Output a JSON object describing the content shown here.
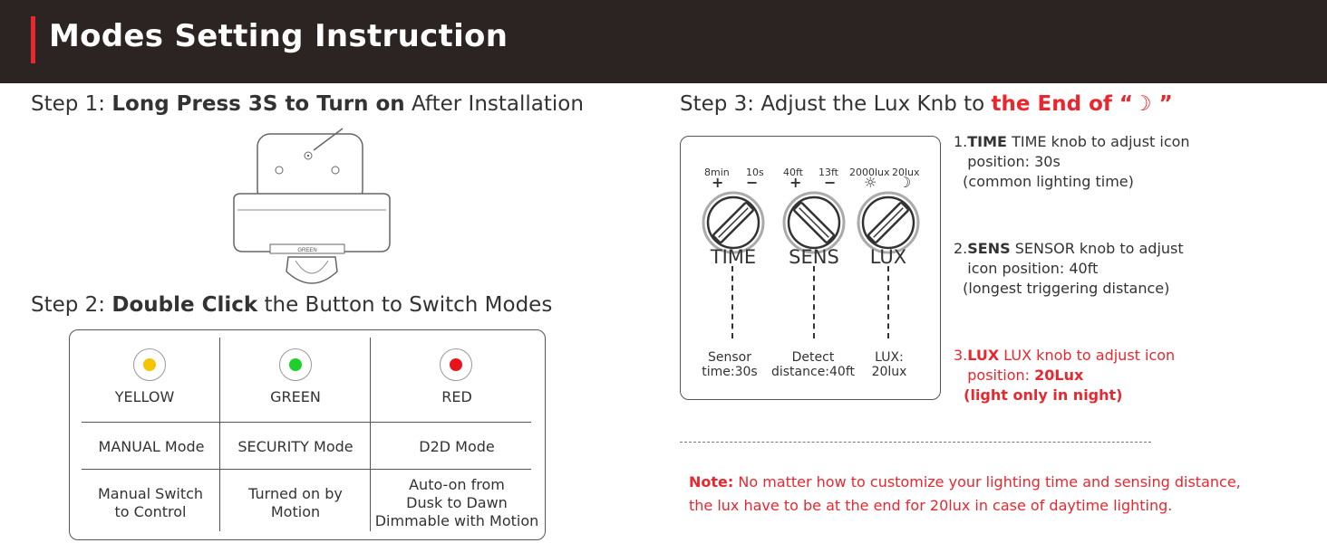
{
  "header": {
    "title": "Modes Setting Instruction"
  },
  "step1": {
    "prefix": "Step 1: ",
    "bold": "Long Press 3S to Turn on",
    "suffix": " After Installation"
  },
  "device": {
    "brand": "GREEN"
  },
  "step2": {
    "prefix": "Step 2: ",
    "bold": "Double Click",
    "suffix": " the Button to Switch Modes"
  },
  "modes": [
    {
      "color_name": "YELLOW",
      "color": "#f5c400",
      "mode": "MANUAL Mode",
      "desc_lines": [
        "Manual Switch",
        "to Control"
      ]
    },
    {
      "color_name": "GREEN",
      "color": "#1fcf2a",
      "mode": "SECURITY Mode",
      "desc_lines": [
        "Turned on by",
        "Motion"
      ]
    },
    {
      "color_name": "RED",
      "color": "#e8141b",
      "mode": "D2D Mode",
      "desc_lines": [
        "Auto-on from",
        "Dusk to Dawn",
        "Dimmable with Motion"
      ]
    }
  ],
  "step3": {
    "prefix": "Step 3: Adjust the Lux Knb to ",
    "red": "the End of “",
    "moon": "☽",
    "red_end": " ”"
  },
  "panel": {
    "knobs": [
      {
        "label": "TIME",
        "left_tick": "8min",
        "right_tick": "10s",
        "left_sym": "+",
        "right_sym": "−",
        "bottom_lines": [
          "Sensor",
          "time:30s"
        ]
      },
      {
        "label": "SENS",
        "left_tick": "40ft",
        "right_tick": "13ft",
        "left_sym": "+",
        "right_sym": "−",
        "bottom_lines": [
          "Detect",
          "distance:40ft"
        ]
      },
      {
        "label": "LUX",
        "left_tick": "2000lux",
        "right_tick": "20lux",
        "left_sym": "☼",
        "right_sym": "☽",
        "bottom_lines": [
          "LUX:",
          "20lux"
        ]
      }
    ]
  },
  "instructions": [
    {
      "num": "1.",
      "key": "TIME",
      "lines": [
        " TIME knob to adjust icon",
        "   position: 30s",
        "  (common lighting time)"
      ],
      "red": false
    },
    {
      "num": "2.",
      "key": "SENS",
      "lines": [
        " SENSOR knob to adjust",
        "   icon position: 40ft",
        "  (longest triggering distance)"
      ],
      "red": false
    },
    {
      "num": "3.",
      "key": "LUX",
      "lines": [
        " LUX knob to adjust icon",
        "   position: ",
        "  (light only in night)"
      ],
      "value": "20Lux",
      "red": true
    }
  ],
  "note": {
    "label": "Note:",
    "line1": " No matter how to customize your lighting time and sensing distance,",
    "line2": "the lux have to be at the end for 20lux in case of daytime lighting."
  }
}
